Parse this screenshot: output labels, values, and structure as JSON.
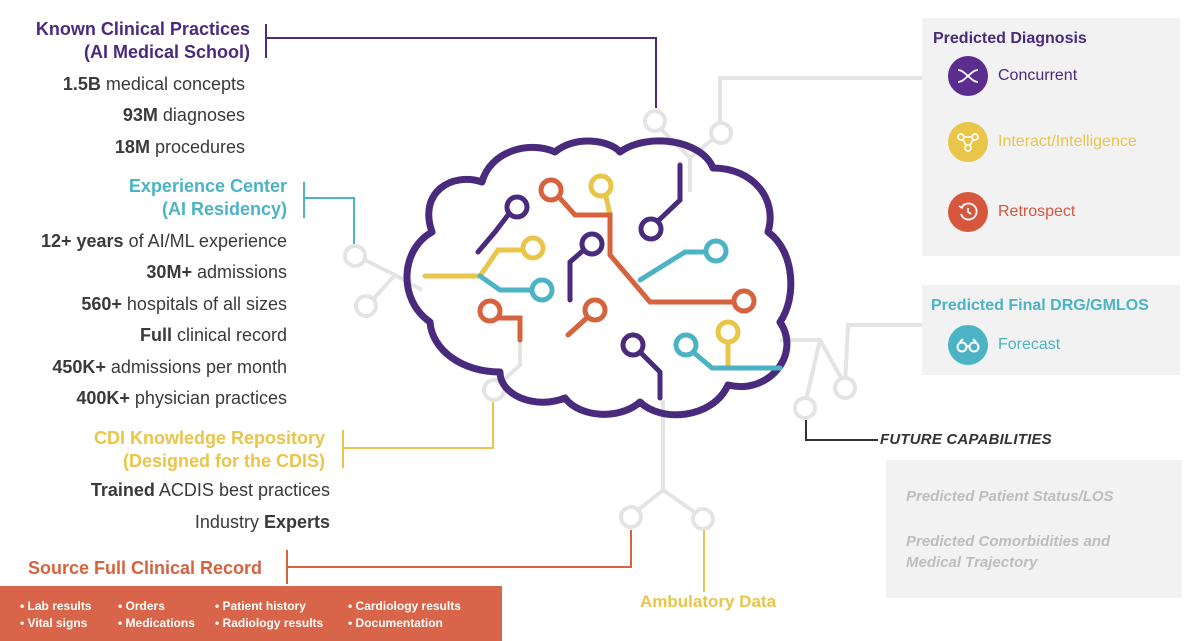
{
  "known": {
    "title1": "Known Clinical Practices",
    "title2": "(AI Medical School)",
    "stats": [
      {
        "value": "1.5B",
        "label": " medical concepts"
      },
      {
        "value": "93M",
        "label": " diagnoses"
      },
      {
        "value": "18M",
        "label": " procedures"
      }
    ]
  },
  "experience": {
    "title1": "Experience Center",
    "title2": "(AI Residency)",
    "stats": [
      {
        "value": "12+ years",
        "label": " of AI/ML experience"
      },
      {
        "value": "30M+",
        "label": " admissions"
      },
      {
        "value": "560+",
        "label": " hospitals of all sizes"
      },
      {
        "value": "Full",
        "label": " clinical record"
      },
      {
        "value": "450K+",
        "label": " admissions per month"
      },
      {
        "value": "400K+",
        "label": " physician practices"
      }
    ]
  },
  "cdi": {
    "title1": "CDI Knowledge Repository",
    "title2": "(Designed for the CDIS)",
    "items": [
      {
        "value": "Trained",
        "label": " ACDIS best practices"
      },
      {
        "value": "Industry",
        "label": " Experts"
      }
    ]
  },
  "source": {
    "title": "Source Full Clinical Record",
    "items": [
      "• Lab results",
      "• Orders",
      "• Patient history",
      "• Cardiology results",
      "• Vital signs",
      "• Medications",
      "• Radiology results",
      "• Documentation"
    ]
  },
  "ambulatory": {
    "title": "Ambulatory Data"
  },
  "predicted_diagnosis": {
    "title": "Predicted Diagnosis",
    "items": [
      {
        "label": "Concurrent",
        "icon": "crossing-arrows-icon",
        "color": "#5b2d8e"
      },
      {
        "label": "Interact/Intelligence",
        "icon": "network-icon",
        "color": "#e9c54a"
      },
      {
        "label": "Retrospect",
        "icon": "history-clock-icon",
        "color": "#d6563e"
      }
    ]
  },
  "predicted_drg": {
    "title": "Predicted Final DRG/GMLOS",
    "items": [
      {
        "label": "Forecast",
        "icon": "binoculars-icon",
        "color": "#4bb3c4"
      }
    ]
  },
  "future": {
    "title": "FUTURE CAPABILITIES",
    "items": [
      "Predicted Patient Status/LOS",
      "Predicted Comorbidities and",
      "Medical Trajectory"
    ]
  },
  "colors": {
    "purple": "#4a2a7d",
    "teal": "#4bb3c4",
    "yellow": "#e9c54a",
    "red": "#d6623e",
    "gray_circuit": "#e4e4e4"
  }
}
